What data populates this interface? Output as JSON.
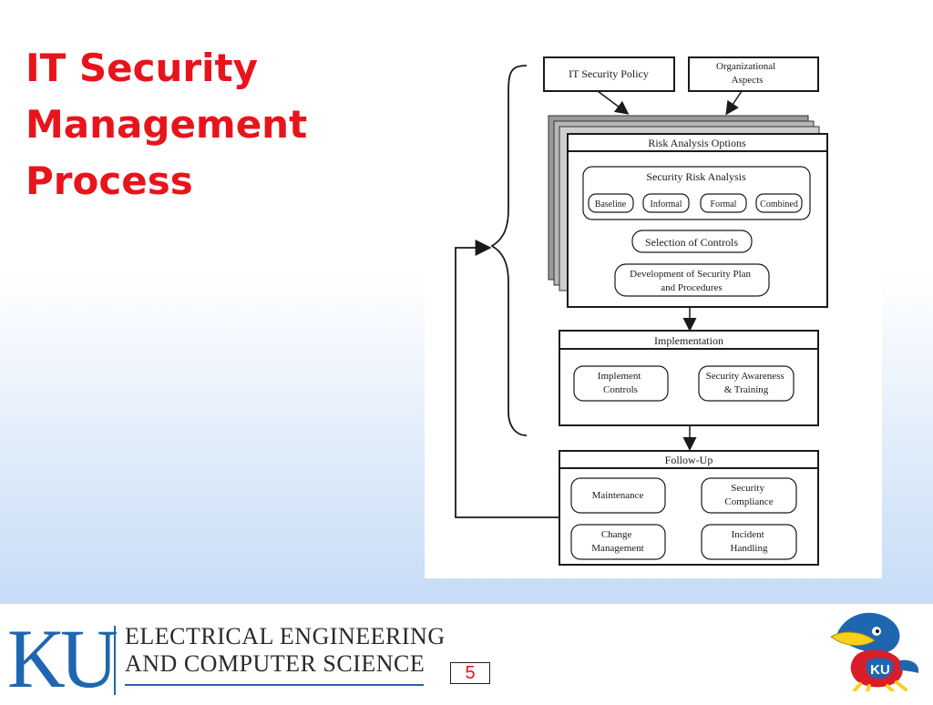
{
  "slide": {
    "title": "IT Security\nManagement\nProcess",
    "page_number": "5"
  },
  "diagram": {
    "inputs": [
      "IT Security Policy",
      "Organizational Aspects"
    ],
    "risk_panel": {
      "title": "Risk Analysis Options",
      "risk_analysis": {
        "title": "Security Risk Analysis",
        "options": [
          "Baseline",
          "Informal",
          "Formal",
          "Combined"
        ]
      },
      "selection": "Selection of Controls",
      "development": "Development of Security Plan and Procedures"
    },
    "implementation": {
      "title": "Implementation",
      "items": [
        "Implement Controls",
        "Security Awareness & Training"
      ]
    },
    "follow_up": {
      "title": "Follow-Up",
      "items": [
        "Maintenance",
        "Security Compliance",
        "Change Management",
        "Incident Handling"
      ]
    }
  },
  "footer": {
    "logo_text": "KU",
    "department_line_1": "ELECTRICAL ENGINEERING",
    "department_line_2": "AND COMPUTER SCIENCE",
    "mascot_text": "KU"
  },
  "colors": {
    "title": "#e8141c",
    "ku_blue": "#1f66b0",
    "diagram_stroke": "#1a1a1a",
    "stack_shadow": "#9a9a9a"
  },
  "icons": {
    "mascot": "jayhawk-mascot-icon"
  }
}
